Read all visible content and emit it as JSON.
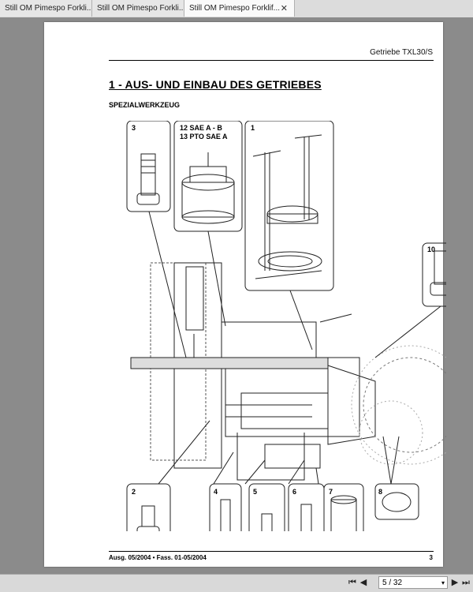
{
  "tabs": [
    {
      "label": "Still OM Pimespo Forkli..."
    },
    {
      "label": "Still OM Pimespo Forkli..."
    },
    {
      "label": "Still OM Pimespo Forklif...",
      "close": "✕"
    }
  ],
  "document": {
    "header_title": "Getriebe TXL30/S",
    "section_title": "1 - AUS- UND EINBAU DES GETRIEBES",
    "subtitle": "SPEZIALWERKZEUG",
    "callouts": {
      "c3": "3",
      "c12": "12 SAE A - B",
      "c13": "13 PTO SAE A",
      "c1": "1",
      "c10": "10",
      "c2": "2",
      "c4": "4",
      "c5": "5",
      "c6": "6",
      "c7": "7",
      "c8": "8"
    },
    "footer_left": "Ausg. 05/2004 • Fass. 01-05/2004",
    "footer_right": "3"
  },
  "statusbar": {
    "first": "⏮",
    "prev": "◀",
    "next": "▶",
    "last": "⏭",
    "page_value": "5 / 32",
    "dropdown": "▾"
  }
}
